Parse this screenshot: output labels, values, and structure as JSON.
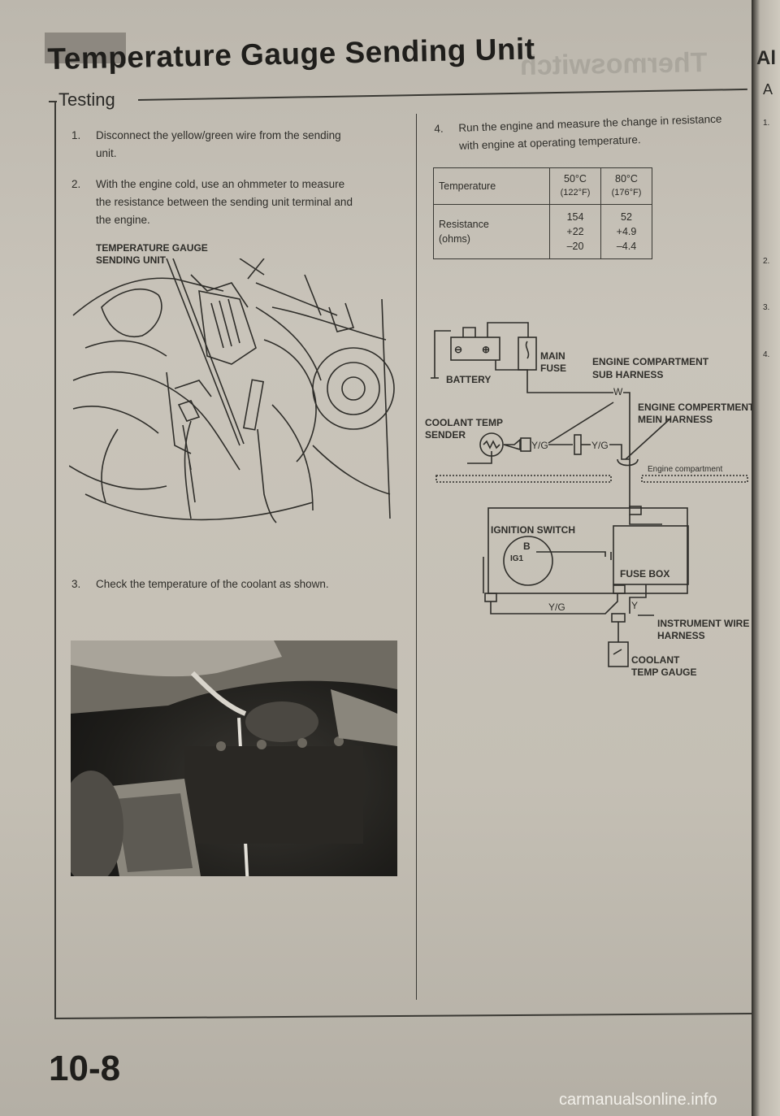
{
  "page": {
    "title": "Temperature Gauge Sending Unit",
    "mirrored_bleed_title": "Thermoswitch",
    "section": "Testing",
    "page_number": "10-8",
    "next_page_fragment": {
      "title": "Al",
      "section": "A",
      "items": [
        "1.",
        "2.",
        "3.",
        "4."
      ]
    },
    "watermark": "carmanualsonline.info"
  },
  "steps": [
    {
      "num": "1.",
      "text": [
        "Disconnect the yellow/green wire from the sending",
        "unit."
      ]
    },
    {
      "num": "2.",
      "text": [
        "With the engine cold, use an ohmmeter to measure",
        "the resistance between the sending unit terminal and",
        "the engine."
      ]
    },
    {
      "num": "3.",
      "text": [
        "Check the temperature of the coolant as shown."
      ]
    },
    {
      "num": "4.",
      "text": [
        "Run the engine and measure the change in resistance",
        "with engine at operating temperature."
      ]
    }
  ],
  "figure1": {
    "label_lines": [
      "TEMPERATURE GAUGE",
      "SENDING UNIT"
    ]
  },
  "spec_table": {
    "rows": [
      {
        "label": "Temperature",
        "c1": [
          "50°C",
          "(122°F)"
        ],
        "c2": [
          "80°C",
          "(176°F)"
        ]
      },
      {
        "label": [
          "Resistance",
          "(ohms)"
        ],
        "c1": [
          "154",
          "+22",
          "–20"
        ],
        "c2": [
          "52",
          "+4.9",
          "–4.4"
        ]
      }
    ]
  },
  "wiring": {
    "battery": "BATTERY",
    "battery_minus": "⊖",
    "battery_plus": "⊕",
    "main_fuse": [
      "MAIN",
      "FUSE"
    ],
    "sub_harness": [
      "ENGINE COMPARTMENT",
      "SUB HARNESS"
    ],
    "main_harness": [
      "ENGINE COMPERTMENT",
      "MEIN HARNESS"
    ],
    "sender": [
      "COOLANT TEMP",
      "SENDER"
    ],
    "engine_compartment": "Engine compartment",
    "ignition_switch": "IGNITION SWITCH",
    "ig_b": "B",
    "ig_ig1": "IG1",
    "fuse_box": "FUSE BOX",
    "instrument_harness": [
      "INSTRUMENT WIRE",
      "HARNESS"
    ],
    "gauge": [
      "COOLANT",
      "TEMP GAUGE"
    ],
    "wire_w": "W",
    "wire_yg": "Y/G",
    "wire_y": "Y"
  }
}
